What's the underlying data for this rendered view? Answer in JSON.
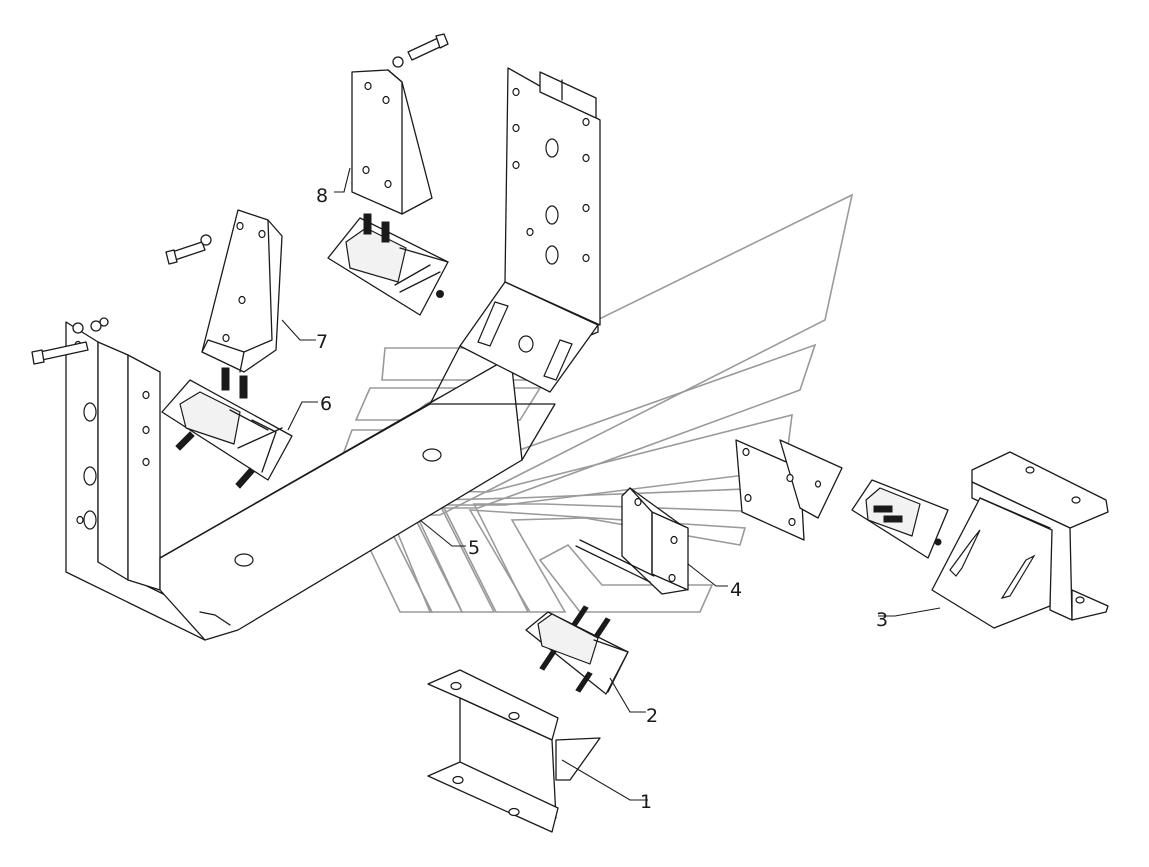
{
  "diagram": {
    "callouts": [
      {
        "id": "c1",
        "label": "1"
      },
      {
        "id": "c2",
        "label": "2"
      },
      {
        "id": "c3",
        "label": "3"
      },
      {
        "id": "c4",
        "label": "4"
      },
      {
        "id": "c5",
        "label": "5"
      },
      {
        "id": "c6",
        "label": "6"
      },
      {
        "id": "c7",
        "label": "7"
      },
      {
        "id": "c8",
        "label": "8"
      }
    ],
    "parts": [
      {
        "callout": "1",
        "name": "lower-mount-bracket"
      },
      {
        "callout": "2",
        "name": "rubber-mount-cushion"
      },
      {
        "callout": "3",
        "name": "side-support-bracket"
      },
      {
        "callout": "4",
        "name": "angle-bracket"
      },
      {
        "callout": "5",
        "name": "frame-cross-member"
      },
      {
        "callout": "6",
        "name": "rubber-mount-cushion"
      },
      {
        "callout": "7",
        "name": "vertical-bracket"
      },
      {
        "callout": "8",
        "name": "vertical-bracket"
      }
    ],
    "watermark_icon": "stacked-chevron-logo"
  }
}
